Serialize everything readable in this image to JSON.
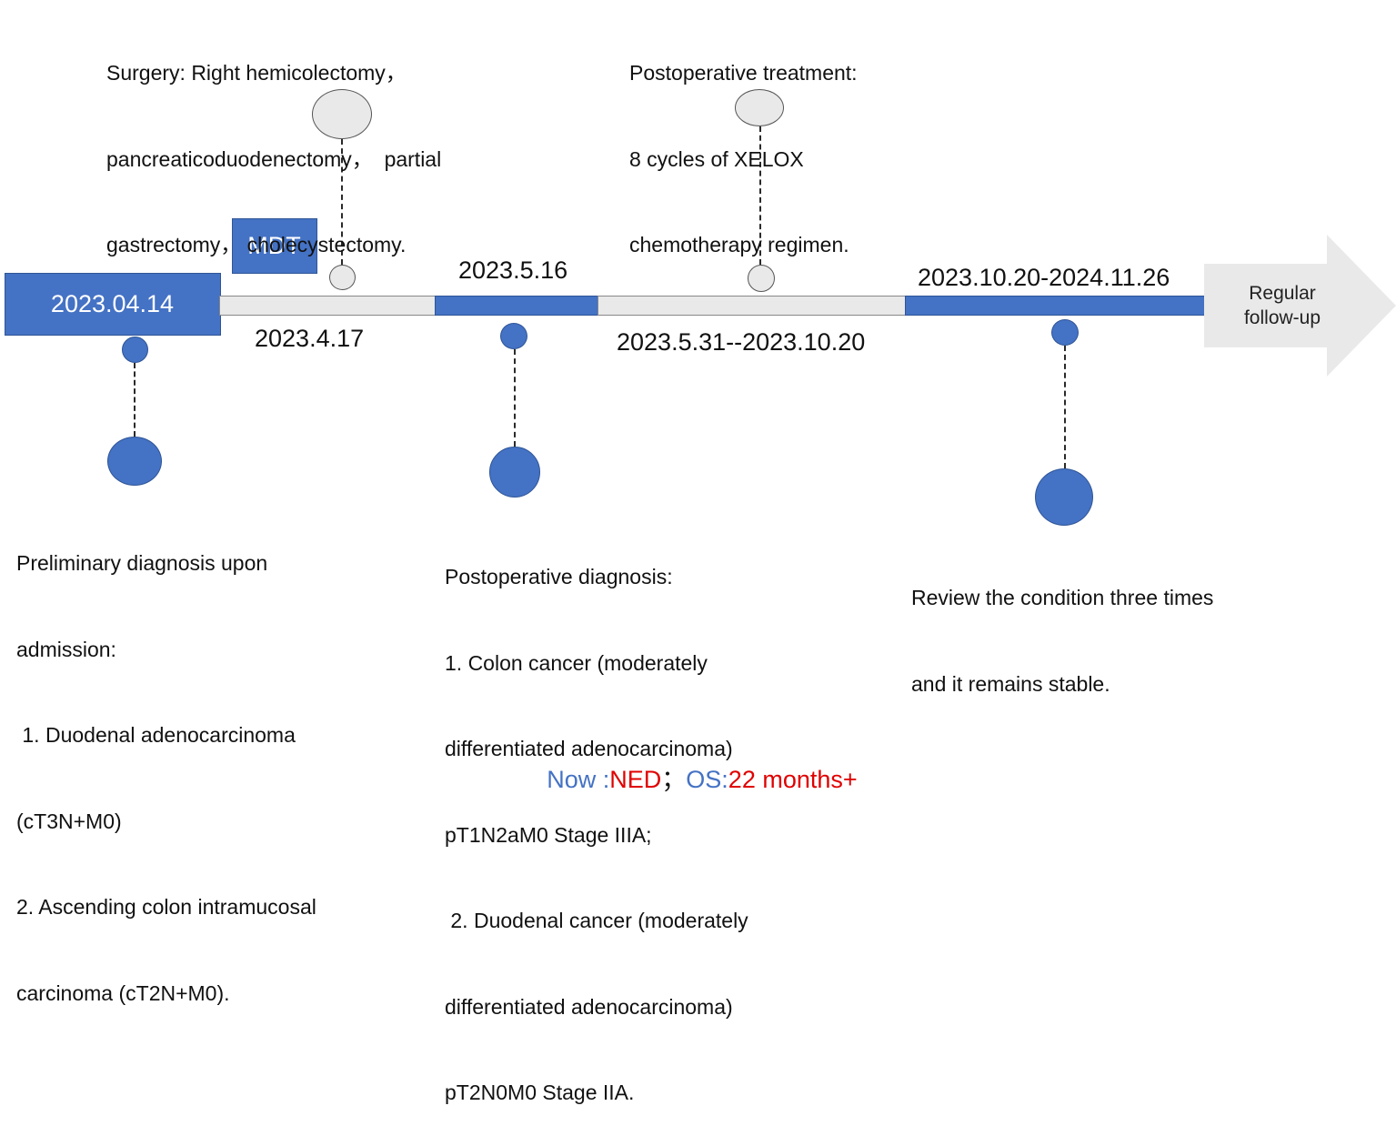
{
  "colors": {
    "accent_blue": "#4472C4",
    "bar_grey": "#E9E9E9",
    "highlight_red": "#E00000"
  },
  "milestones": {
    "d1": "2023.04.14",
    "d2": "2023.4.17",
    "d3": "2023.5.16",
    "d4": "2023.5.31--2023.10.20",
    "d5": "2023.10.20-2024.11.26"
  },
  "mdt_label": "MDT",
  "arrow_label": [
    "Regular",
    "follow-up"
  ],
  "notes": {
    "surgery": [
      "Surgery: Right hemicolectomy，",
      "pancreaticoduodenectomy，  partial",
      "gastrectomy， cholecystectomy."
    ],
    "post_treatment": [
      "Postoperative treatment:",
      "8 cycles of XELOX",
      "chemotherapy regimen."
    ],
    "prelim": [
      "Preliminary diagnosis upon",
      "admission:",
      " 1. Duodenal adenocarcinoma",
      "(cT3N+M0)",
      "2. Ascending colon intramucosal",
      "carcinoma (cT2N+M0)."
    ],
    "postop_diag": [
      "Postoperative diagnosis:",
      "1. Colon cancer (moderately",
      "differentiated adenocarcinoma)",
      "pT1N2aM0 Stage IIIA;",
      " 2. Duodenal cancer (moderately",
      "differentiated adenocarcinoma)",
      "pT2N0M0 Stage IIA."
    ],
    "review": [
      "Review the condition three times",
      "and it remains stable."
    ]
  },
  "footer": {
    "now_label": "Now :",
    "now_value": "NED",
    "separator": "；",
    "os_label": "OS:",
    "os_value": "22 months+"
  }
}
